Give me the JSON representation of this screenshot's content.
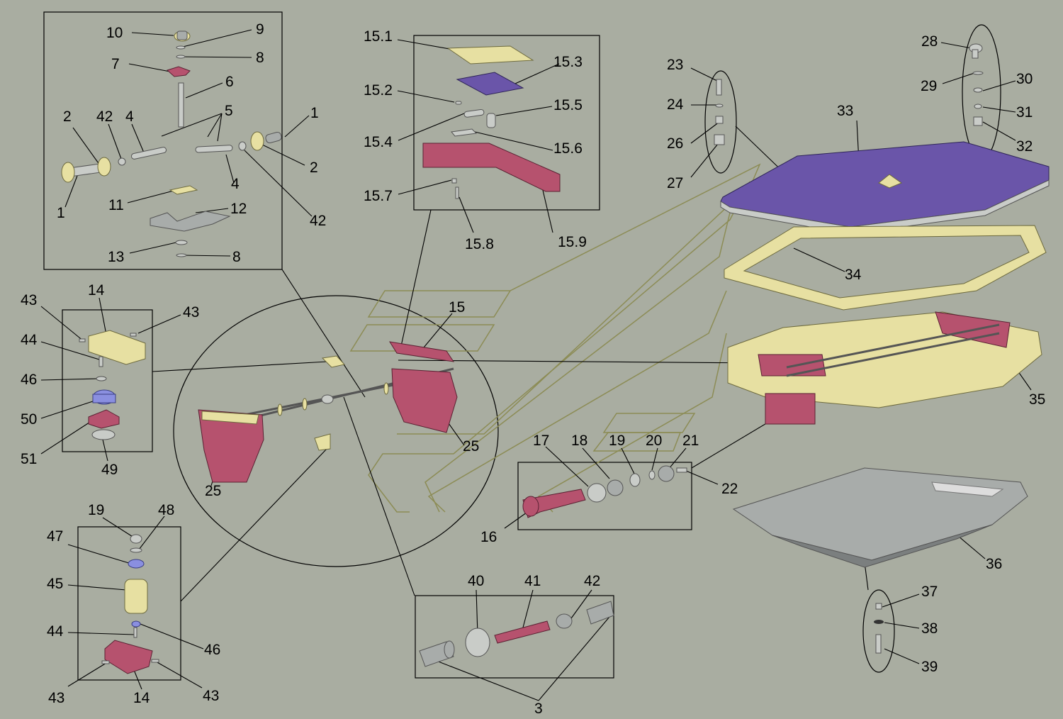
{
  "colors": {
    "background": "#a9ada1",
    "part_yellow": "#e7e0a2",
    "part_magenta": "#b6526e",
    "part_purple": "#6a55a9",
    "part_violet": "#8a8fe0",
    "part_metal": "#c9ccc8",
    "part_gray": "#a8acaa",
    "frame_guide": "#8c8c55"
  },
  "labels": [
    {
      "id": "l-10",
      "text": "10"
    },
    {
      "id": "l-9",
      "text": "9"
    },
    {
      "id": "l-8a",
      "text": "8"
    },
    {
      "id": "l-7",
      "text": "7"
    },
    {
      "id": "l-6",
      "text": "6"
    },
    {
      "id": "l-5",
      "text": "5"
    },
    {
      "id": "l-2a",
      "text": "2"
    },
    {
      "id": "l-42a",
      "text": "42"
    },
    {
      "id": "l-4a",
      "text": "4"
    },
    {
      "id": "l-1a",
      "text": "1"
    },
    {
      "id": "l-2b",
      "text": "2"
    },
    {
      "id": "l-4b",
      "text": "4"
    },
    {
      "id": "l-1b",
      "text": "1"
    },
    {
      "id": "l-11",
      "text": "11"
    },
    {
      "id": "l-12",
      "text": "12"
    },
    {
      "id": "l-42b",
      "text": "42"
    },
    {
      "id": "l-13",
      "text": "13"
    },
    {
      "id": "l-8b",
      "text": "8"
    },
    {
      "id": "l-15-1",
      "text": "15.1"
    },
    {
      "id": "l-15-3",
      "text": "15.3"
    },
    {
      "id": "l-15-2",
      "text": "15.2"
    },
    {
      "id": "l-15-5",
      "text": "15.5"
    },
    {
      "id": "l-15-4",
      "text": "15.4"
    },
    {
      "id": "l-15-6",
      "text": "15.6"
    },
    {
      "id": "l-15-7",
      "text": "15.7"
    },
    {
      "id": "l-15-9",
      "text": "15.9"
    },
    {
      "id": "l-15-8",
      "text": "15.8"
    },
    {
      "id": "l-23",
      "text": "23"
    },
    {
      "id": "l-24",
      "text": "24"
    },
    {
      "id": "l-26",
      "text": "26"
    },
    {
      "id": "l-27",
      "text": "27"
    },
    {
      "id": "l-28",
      "text": "28"
    },
    {
      "id": "l-29",
      "text": "29"
    },
    {
      "id": "l-30",
      "text": "30"
    },
    {
      "id": "l-31",
      "text": "31"
    },
    {
      "id": "l-32",
      "text": "32"
    },
    {
      "id": "l-33",
      "text": "33"
    },
    {
      "id": "l-34",
      "text": "34"
    },
    {
      "id": "l-35",
      "text": "35"
    },
    {
      "id": "l-36",
      "text": "36"
    },
    {
      "id": "l-43a",
      "text": "43"
    },
    {
      "id": "l-14a",
      "text": "14"
    },
    {
      "id": "l-43b",
      "text": "43"
    },
    {
      "id": "l-44a",
      "text": "44"
    },
    {
      "id": "l-46a",
      "text": "46"
    },
    {
      "id": "l-50",
      "text": "50"
    },
    {
      "id": "l-51",
      "text": "51"
    },
    {
      "id": "l-49",
      "text": "49"
    },
    {
      "id": "l-15",
      "text": "15"
    },
    {
      "id": "l-25a",
      "text": "25"
    },
    {
      "id": "l-25b",
      "text": "25"
    },
    {
      "id": "l-17",
      "text": "17"
    },
    {
      "id": "l-18",
      "text": "18"
    },
    {
      "id": "l-19a",
      "text": "19"
    },
    {
      "id": "l-20",
      "text": "20"
    },
    {
      "id": "l-21",
      "text": "21"
    },
    {
      "id": "l-22",
      "text": "22"
    },
    {
      "id": "l-16",
      "text": "16"
    },
    {
      "id": "l-19b",
      "text": "19"
    },
    {
      "id": "l-48",
      "text": "48"
    },
    {
      "id": "l-47",
      "text": "47"
    },
    {
      "id": "l-45",
      "text": "45"
    },
    {
      "id": "l-44b",
      "text": "44"
    },
    {
      "id": "l-46b",
      "text": "46"
    },
    {
      "id": "l-43c",
      "text": "43"
    },
    {
      "id": "l-14b",
      "text": "14"
    },
    {
      "id": "l-43d",
      "text": "43"
    },
    {
      "id": "l-40",
      "text": "40"
    },
    {
      "id": "l-41",
      "text": "41"
    },
    {
      "id": "l-42c",
      "text": "42"
    },
    {
      "id": "l-3",
      "text": "3"
    },
    {
      "id": "l-37",
      "text": "37"
    },
    {
      "id": "l-38",
      "text": "38"
    },
    {
      "id": "l-39",
      "text": "39"
    }
  ]
}
